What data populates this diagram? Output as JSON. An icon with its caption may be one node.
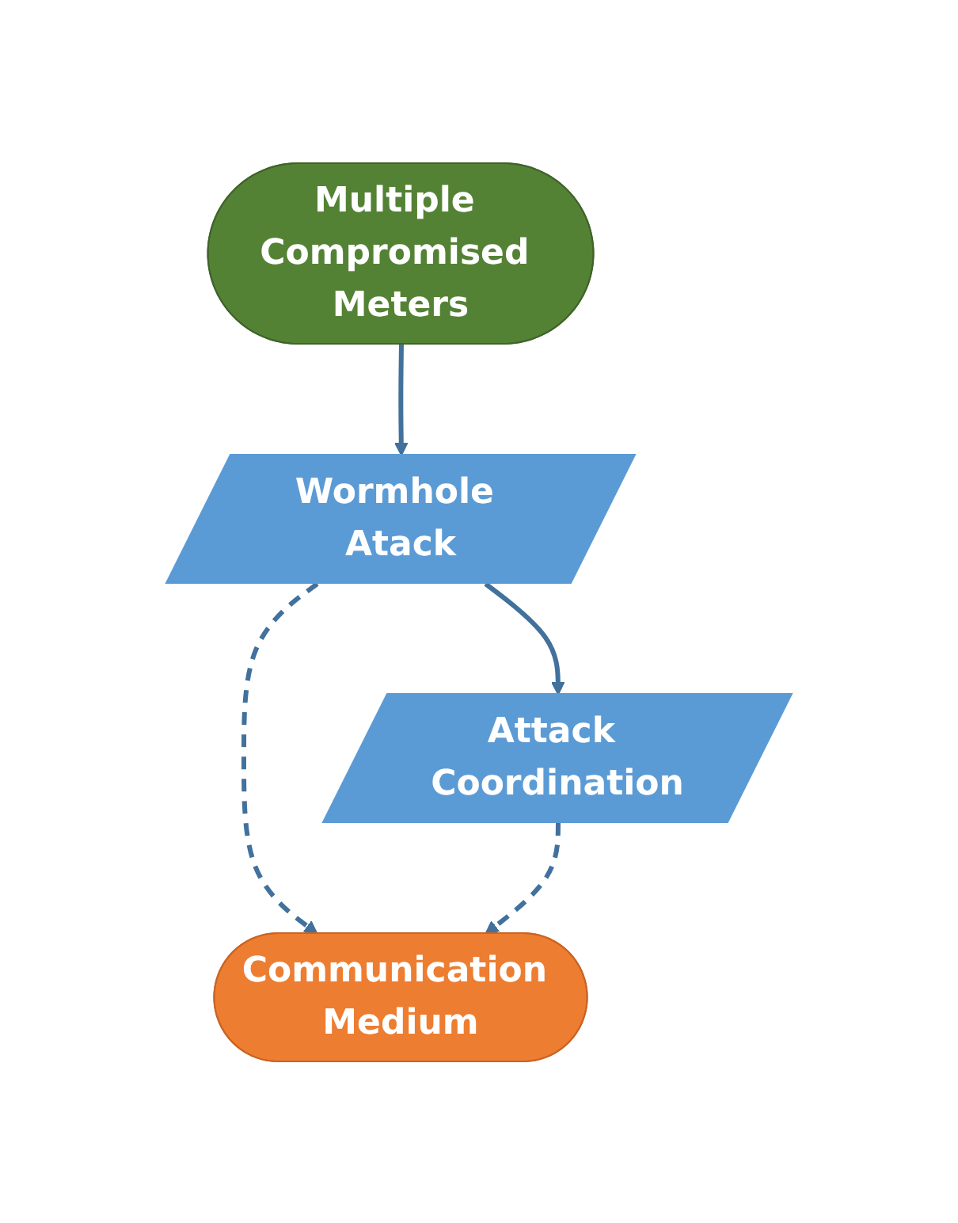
{
  "diagram": {
    "nodes": [
      {
        "text": [
          "Multiple Compromised Meters"
        ]
      },
      {
        "text": [
          "Wormhole Atack"
        ]
      },
      {
        "text": [
          "Attack Coordination"
        ]
      },
      {
        "text": [
          "Communication Medium"
        ]
      }
    ],
    "edges": [
      {
        "from": 0,
        "to": 1,
        "arrow": "to"
      },
      {
        "from": 1,
        "to": 2,
        "arrow": "to"
      },
      {
        "from": 1,
        "to": 3,
        "arrow": "to",
        "style": "dashed"
      },
      {
        "from": 2,
        "to": 3,
        "arrow": "to",
        "style": "dashed"
      }
    ]
  }
}
